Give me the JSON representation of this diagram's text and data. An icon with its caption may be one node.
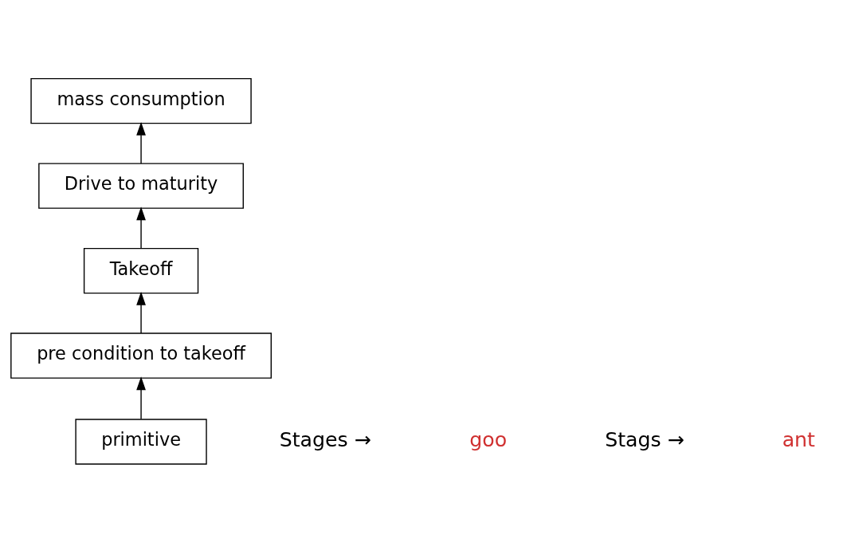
{
  "diagram": {
    "nodes": [
      {
        "text": [
          "primitive"
        ]
      },
      {
        "text": [
          "pre condition to takeoff"
        ]
      },
      {
        "text": [
          "Takeoff"
        ]
      },
      {
        "text": [
          "Drive to maturity"
        ]
      },
      {
        "text": [
          "mass consumption"
        ]
      }
    ],
    "edges": [
      {
        "from": 0,
        "to": 1,
        "arrow": "to"
      },
      {
        "from": 1,
        "to": 2,
        "arrow": "to"
      },
      {
        "from": 2,
        "to": 3,
        "arrow": "to"
      },
      {
        "from": 3,
        "to": 4,
        "arrow": "to"
      }
    ],
    "labels": [
      "Stages →",
      "goo",
      "Stags →",
      "ant"
    ]
  }
}
